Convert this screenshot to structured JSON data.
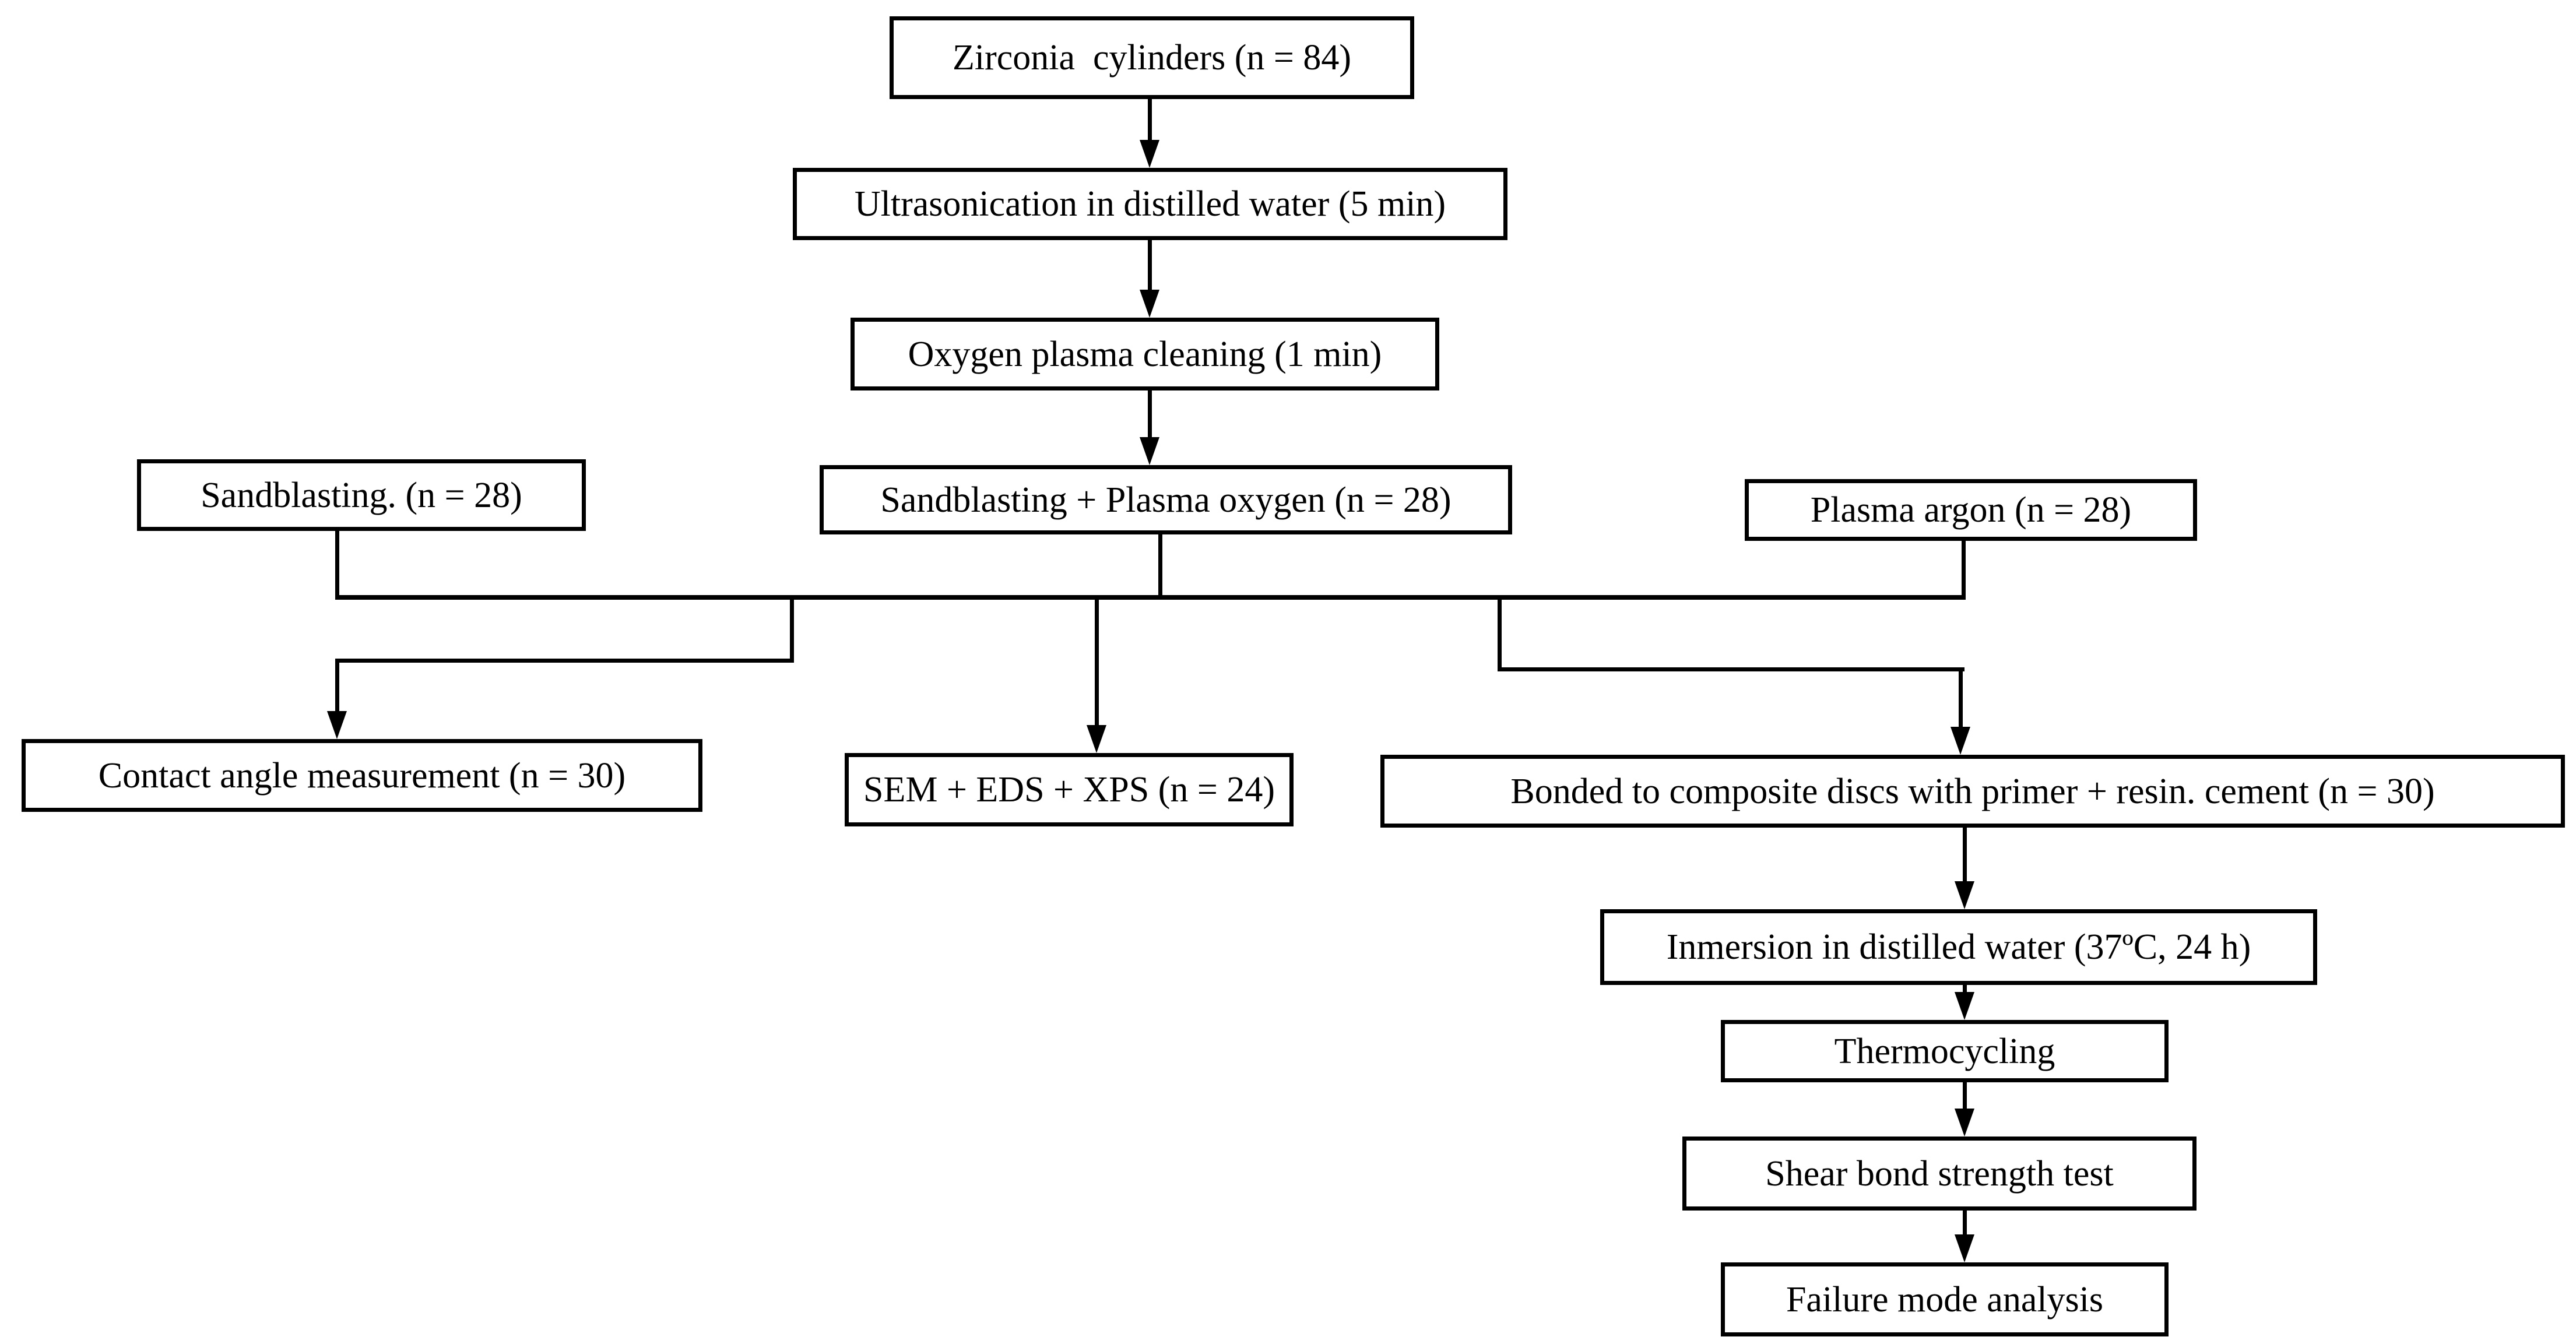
{
  "diagram": {
    "type": "flowchart",
    "background_color": "#ffffff",
    "line_color": "#000000",
    "box_border_color": "#000000",
    "text_color": "#000000"
  },
  "nodes": {
    "zirconia": {
      "label": "Zirconia  cylinders (n = 84)"
    },
    "ultrasonication": {
      "label": "Ultrasonication in distilled water (5 min)"
    },
    "oxygen_plasma": {
      "label": "Oxygen plasma cleaning (1 min)"
    },
    "sandblasting": {
      "label": "Sandblasting. (n = 28)"
    },
    "sandblasting_plasma": {
      "label": "Sandblasting + Plasma oxygen (n = 28)"
    },
    "plasma_argon": {
      "label": "Plasma argon (n = 28)"
    },
    "contact_angle": {
      "label": "Contact angle measurement (n = 30)"
    },
    "sem_eds_xps": {
      "label": "SEM + EDS + XPS (n = 24)"
    },
    "bonded": {
      "label": "Bonded to composite discs with primer + resin. cement (n = 30)"
    },
    "inmersion": {
      "label": "Inmersion in distilled water (37ºC, 24 h)"
    },
    "thermocycling": {
      "label": "Thermocycling"
    },
    "shear": {
      "label": "Shear bond strength test"
    },
    "failure": {
      "label": "Failure mode analysis"
    }
  },
  "edges": [
    {
      "from": "zirconia",
      "to": "ultrasonication",
      "style": "arrow"
    },
    {
      "from": "ultrasonication",
      "to": "oxygen_plasma",
      "style": "arrow"
    },
    {
      "from": "oxygen_plasma",
      "to": "sandblasting_plasma",
      "style": "arrow"
    },
    {
      "from": "sandblasting",
      "to": "bus",
      "style": "line"
    },
    {
      "from": "sandblasting_plasma",
      "to": "bus",
      "style": "line"
    },
    {
      "from": "plasma_argon",
      "to": "bus",
      "style": "line"
    },
    {
      "from": "bus",
      "to": "contact_angle",
      "style": "arrow"
    },
    {
      "from": "bus",
      "to": "sem_eds_xps",
      "style": "arrow"
    },
    {
      "from": "bus",
      "to": "bonded",
      "style": "arrow"
    },
    {
      "from": "bonded",
      "to": "inmersion",
      "style": "arrow"
    },
    {
      "from": "inmersion",
      "to": "thermocycling",
      "style": "arrow"
    },
    {
      "from": "thermocycling",
      "to": "shear",
      "style": "arrow"
    },
    {
      "from": "shear",
      "to": "failure",
      "style": "arrow"
    }
  ]
}
